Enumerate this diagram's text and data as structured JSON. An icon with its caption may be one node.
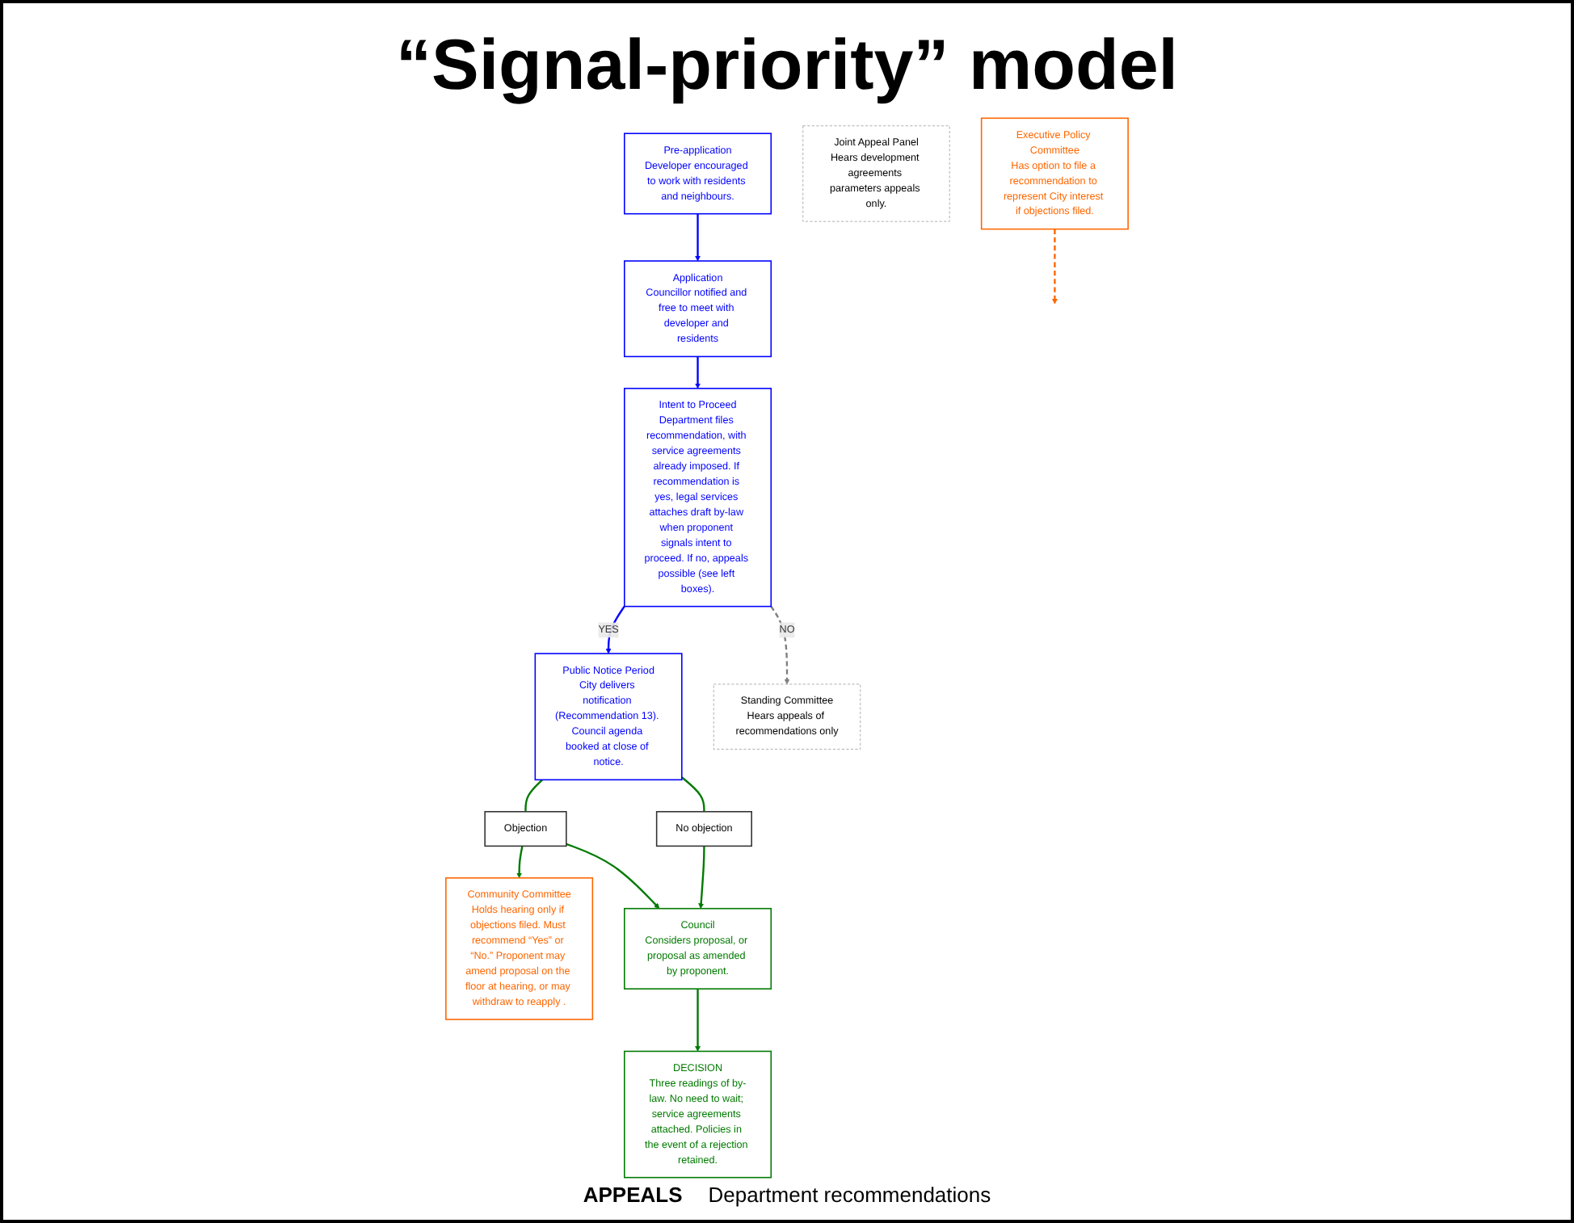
{
  "diagram": {
    "title": "“Signal-priority” model",
    "nodes": [
      {
        "text": [
          "Pre-application",
          "Developer encouraged to work with residents and neighbours."
        ]
      },
      {
        "text": [
          "Application",
          "Councillor notified and free to meet with developer and residents"
        ]
      },
      {
        "text": [
          "Intent to Proceed",
          "Department files recommendation, with service agreements already imposed. If recommendation is yes, legal services attaches draft by-law when proponent signals intent to proceed. If no, appeals possible (see left boxes)."
        ]
      },
      {
        "text": [
          "Public Notice Period",
          "City delivers notification (Recommendation 13). Council agenda booked at close of notice."
        ]
      },
      {
        "text": [
          "Standing Committee",
          "Hears appeals of recommendations only"
        ]
      },
      {
        "text": [
          "Joint Appeal Panel",
          "Hears development agreements parameters appeals only."
        ]
      },
      {
        "text": [
          "Objection"
        ]
      },
      {
        "text": [
          "No objection"
        ]
      },
      {
        "text": [
          "Community Committee",
          "Holds hearing only if objections filed. Must recommend “Yes” or “No.” Proponent may amend proposal on the floor at hearing, or may withdraw to reapply ."
        ]
      },
      {
        "text": [
          "Executive Policy Committee",
          "Has option to file a recommendation to represent City interest if objections filed."
        ]
      },
      {
        "text": [
          "Council",
          "Considers proposal, or proposal as amended by proponent."
        ]
      },
      {
        "text": [
          "DECISION",
          "Three readings of by-law. No need to wait; service agreements attached. Policies in the event of a rejection retained."
        ]
      }
    ],
    "edges": [
      {
        "from": 0,
        "to": 1,
        "arrow": "to",
        "color": "#0000ff"
      },
      {
        "from": 1,
        "to": 2,
        "arrow": "to",
        "color": "#0000ff"
      },
      {
        "from": 2,
        "to": 3,
        "label": "YES",
        "arrow": "to",
        "color": "#0000ff"
      },
      {
        "from": 2,
        "to": 4,
        "label": "NO",
        "arrow": "to",
        "style": "dashed",
        "color": "#808080"
      },
      {
        "from": 3,
        "to": 6,
        "arrow": "none"
      },
      {
        "from": 6,
        "to": 10,
        "arrow": "to"
      },
      {
        "from": 6,
        "to": 8,
        "arrow": "to"
      },
      {
        "from": 3,
        "to": 7,
        "arrow": "none"
      },
      {
        "from": 7,
        "to": 10,
        "arrow": "to"
      },
      {
        "from": 9,
        "to": null,
        "arrow": "to",
        "style": "dashed",
        "color": "#ff6600"
      },
      {
        "from": 10,
        "to": 11,
        "arrow": "to"
      }
    ],
    "labels": [
      "APPEALS",
      "Department recommendations"
    ]
  }
}
